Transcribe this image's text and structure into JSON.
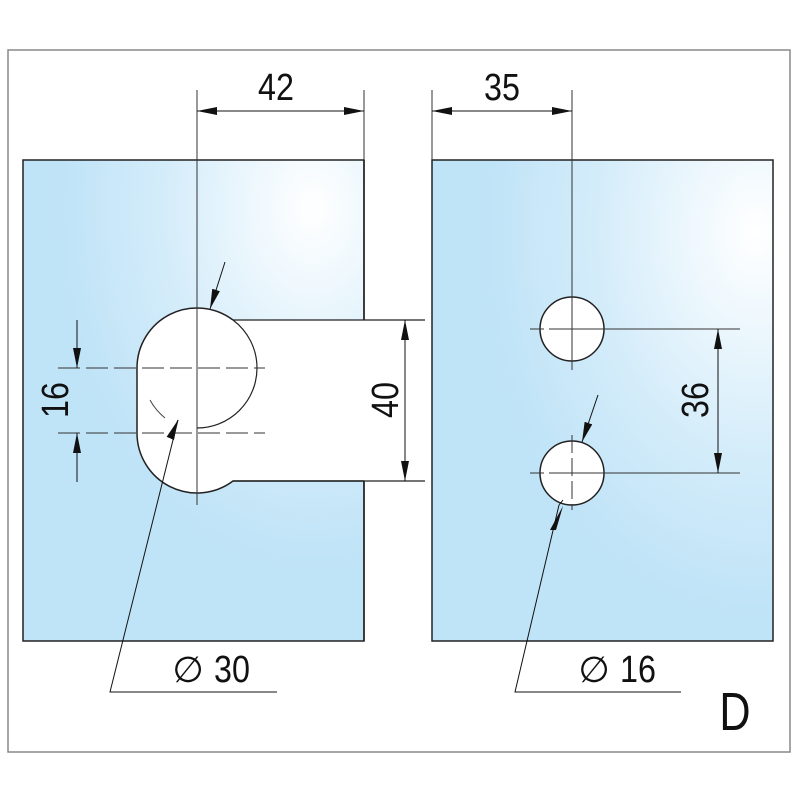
{
  "dimensions": {
    "left_offset": "42",
    "right_offset": "35",
    "slot_pitch": "16",
    "cutout_height": "40",
    "hole_pitch": "36",
    "large_hole_diameter": "30",
    "small_hole_diameter": "16",
    "diameter_symbol": "∅"
  },
  "variant_label": "D",
  "colors": {
    "glass": "#bfe3f7",
    "glass_highlight": "#ffffff",
    "line": "#1a1a1a",
    "frame": "#888888"
  }
}
